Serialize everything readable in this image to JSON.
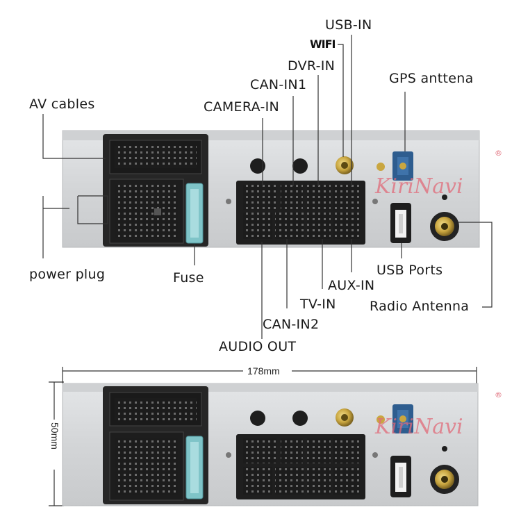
{
  "brand": {
    "name": "KiriNavi",
    "registered": "®"
  },
  "labels": {
    "usb_in": "USB-IN",
    "wifi": "WIFI",
    "dvr_in": "DVR-IN",
    "can_in1": "CAN-IN1",
    "camera_in": "CAMERA-IN",
    "gps_antenna": "GPS anttena",
    "av_cables": "AV cables",
    "power_plug": "power plug",
    "fuse": "Fuse",
    "usb_ports": "USB Ports",
    "aux_in": "AUX-IN",
    "tv_in": "TV-IN",
    "radio_antenna": "Radio Antenna",
    "can_in2": "CAN-IN2",
    "audio_out": "AUDIO OUT"
  },
  "dimensions": {
    "width_label": "178mm",
    "height_label": "50mm"
  },
  "colors": {
    "panel": "#d6d8da",
    "connector": "#2a2a2a",
    "fuse": "#7fc4c8",
    "gps_plug": "#2e5d8f",
    "brand": "#e06a78"
  }
}
